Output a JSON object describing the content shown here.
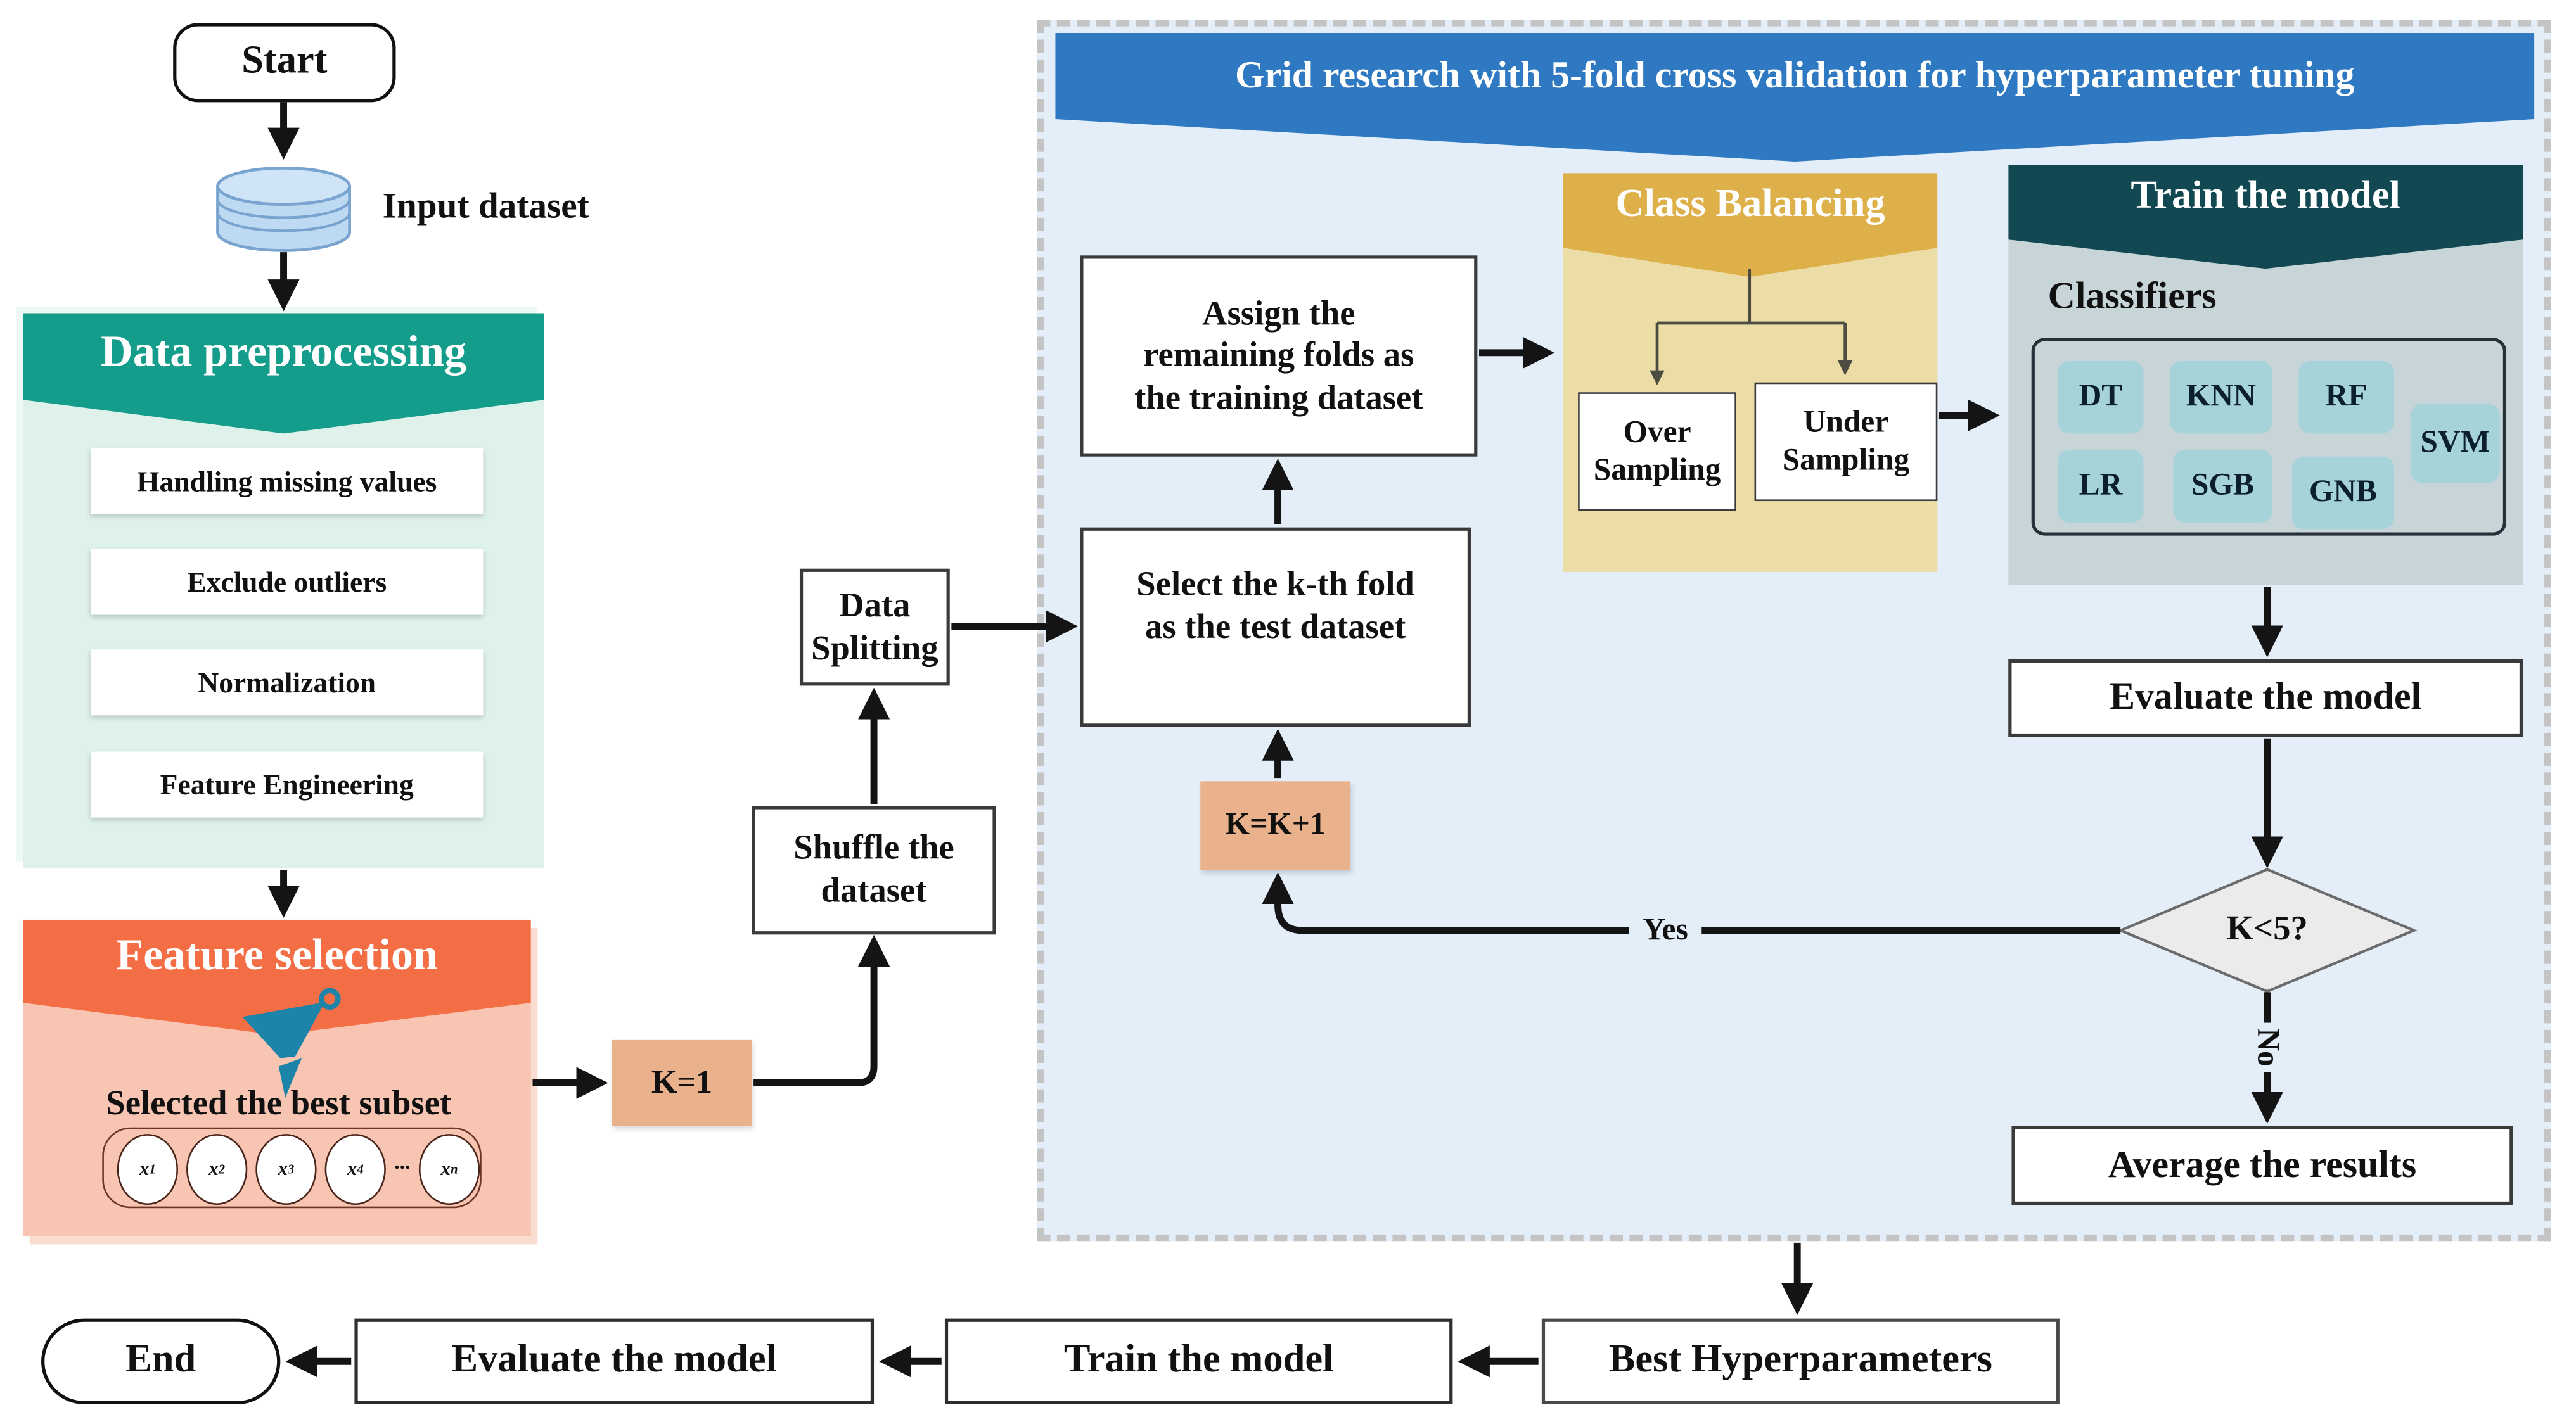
{
  "colors": {
    "teal_header": "#149d8b",
    "mint_body": "#def1ea",
    "orange_header": "#f46e45",
    "salmon_body": "#f8c5b2",
    "peach_box": "#eab28c",
    "panel_blue": "#e4eef8",
    "banner_blue": "#2e79c1",
    "gold_header": "#deb04a",
    "khaki_body": "#ecdca6",
    "dark_teal_header": "#114851",
    "train_body": "#c8d5d8",
    "chip_blue": "#a6d2da",
    "cylinder_blue": "#bedaf2",
    "funnel_teal": "#1b84a8"
  },
  "flow": {
    "start": "Start",
    "input_dataset": "Input dataset",
    "preprocessing": {
      "title": "Data preprocessing",
      "steps": [
        "Handling missing values",
        "Exclude outliers",
        "Normalization",
        "Feature Engineering"
      ]
    },
    "feature_selection": {
      "title": "Feature selection",
      "caption": "Selected the best subset",
      "ellipsis": "...",
      "features": [
        {
          "base": "x",
          "sub": "1"
        },
        {
          "base": "x",
          "sub": "2"
        },
        {
          "base": "x",
          "sub": "3"
        },
        {
          "base": "x",
          "sub": "4"
        },
        {
          "base": "x",
          "sub": "n"
        }
      ]
    },
    "k_init": "K=1",
    "shuffle": {
      "line1": "Shuffle the",
      "line2": "dataset"
    },
    "data_splitting": {
      "line1": "Data",
      "line2": "Splitting"
    },
    "grid": {
      "title": "Grid research with 5-fold cross validation for hyperparameter tuning",
      "assign": {
        "line1": "Assign the",
        "line2": "remaining folds as",
        "line3": "the training dataset"
      },
      "select": {
        "line1": "Select the k-th fold",
        "line2": "as the test dataset"
      },
      "k_increment": "K=K+1",
      "class_balancing": {
        "title": "Class Balancing",
        "over": {
          "line1": "Over",
          "line2": "Sampling"
        },
        "under": {
          "line1": "Under",
          "line2": "Sampling"
        }
      },
      "train": {
        "title": "Train the model",
        "subtitle": "Classifiers",
        "chips": [
          "DT",
          "KNN",
          "RF",
          "LR",
          "SGB",
          "GNB",
          "SVM"
        ]
      },
      "evaluate": "Evaluate the model",
      "decision": "K<5?",
      "yes_label": "Yes",
      "no_label": "No",
      "average": "Average the results"
    },
    "bottom": {
      "best_hyperparameters": "Best Hyperparameters",
      "train": "Train the model",
      "evaluate": "Evaluate the model",
      "end": "End"
    }
  }
}
